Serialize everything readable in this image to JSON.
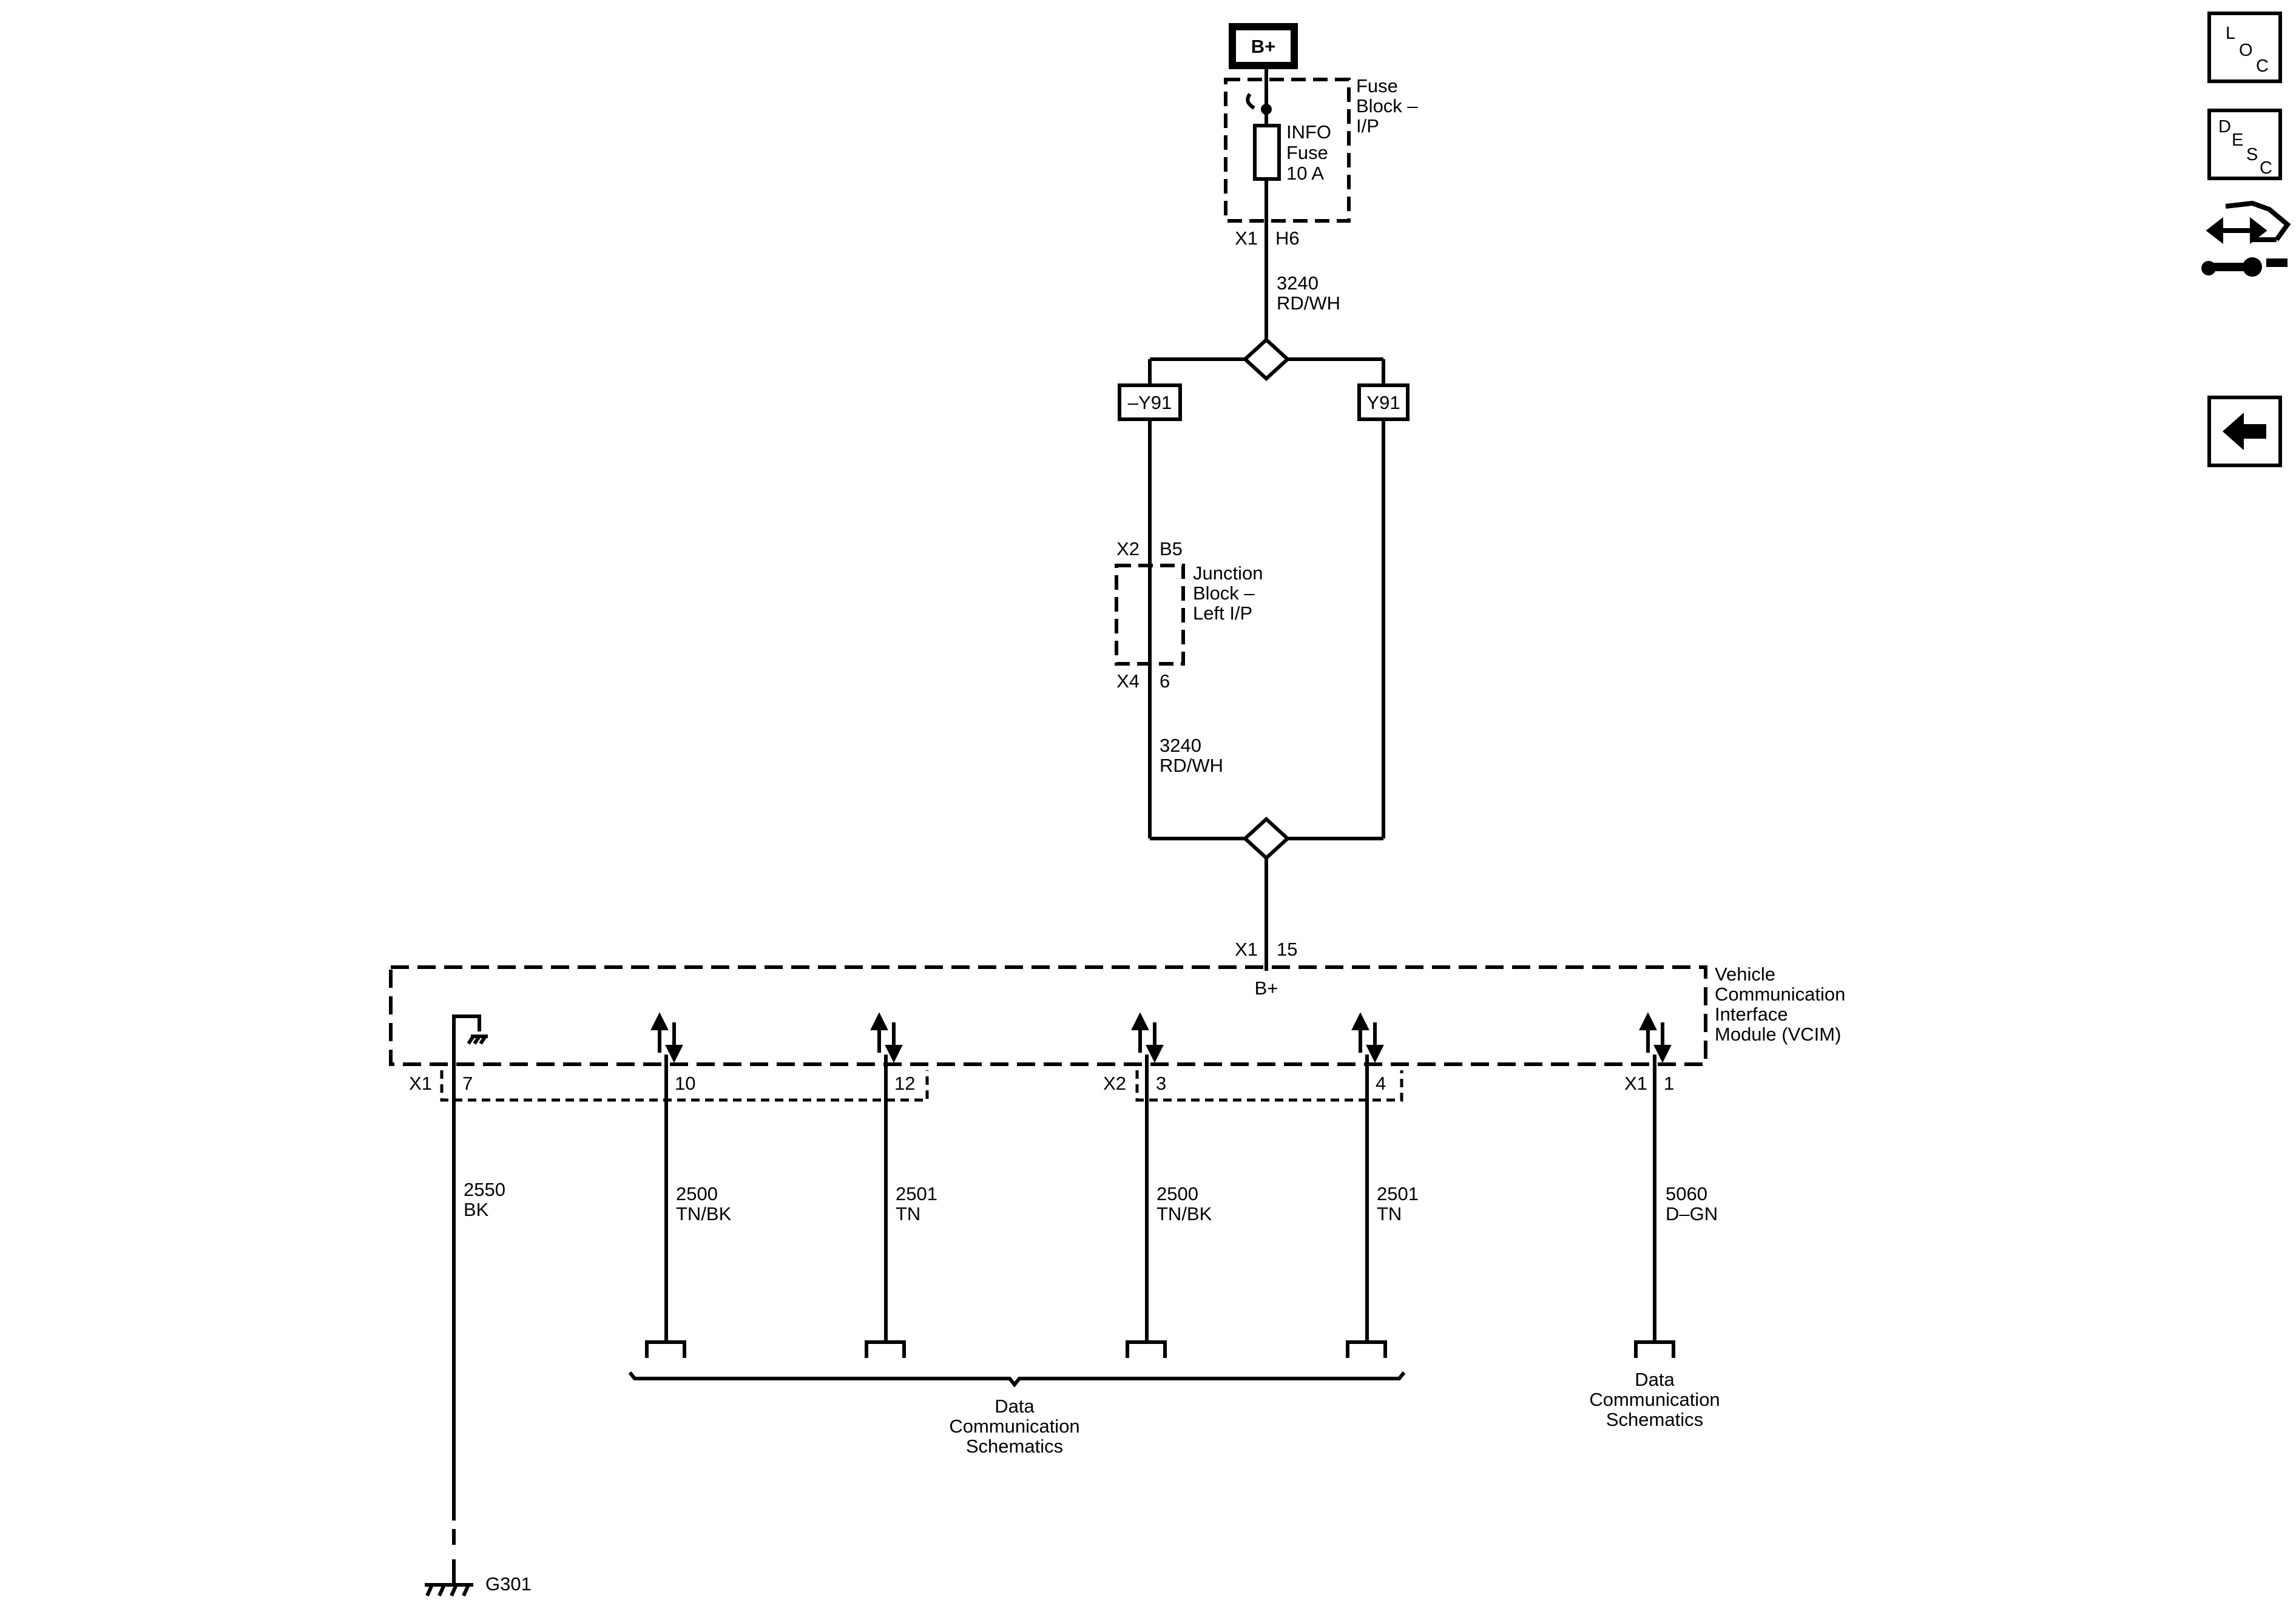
{
  "power": {
    "source_label": "B+"
  },
  "fuse_block": {
    "name_lines": [
      "Fuse",
      "Block –",
      "I/P"
    ],
    "fuse_lines": [
      "INFO",
      "Fuse",
      "10 A"
    ],
    "connector": "X1",
    "pin": "H6"
  },
  "wire_top": {
    "circuit": "3240",
    "color": "RD/WH"
  },
  "options": {
    "left": "–Y91",
    "right": "Y91"
  },
  "junction_block": {
    "name_lines": [
      "Junction",
      "Block –",
      "Left I/P"
    ],
    "in_connector": "X2",
    "in_pin": "B5",
    "out_connector": "X4",
    "out_pin": "6"
  },
  "wire_mid": {
    "circuit": "3240",
    "color": "RD/WH"
  },
  "vcim": {
    "name_lines": [
      "Vehicle",
      "Communication",
      "Interface",
      "Module (VCIM)"
    ],
    "power_connector": "X1",
    "power_pin": "15",
    "power_label": "B+"
  },
  "pins": [
    {
      "connector": "X1",
      "pin": "7",
      "circuit": "2550",
      "color": "BK"
    },
    {
      "connector": "",
      "pin": "10",
      "circuit": "2500",
      "color": "TN/BK"
    },
    {
      "connector": "",
      "pin": "12",
      "circuit": "2501",
      "color": "TN"
    },
    {
      "connector": "X2",
      "pin": "3",
      "circuit": "2500",
      "color": "TN/BK"
    },
    {
      "connector": "",
      "pin": "4",
      "circuit": "2501",
      "color": "TN"
    },
    {
      "connector": "X1",
      "pin": "1",
      "circuit": "5060",
      "color": "D–GN"
    }
  ],
  "destinations": {
    "group_lines": [
      "Data",
      "Communication",
      "Schematics"
    ],
    "single_lines": [
      "Data",
      "Communication",
      "Schematics"
    ]
  },
  "ground": {
    "label": "G301"
  },
  "nav_icons": [
    {
      "name": "loc-icon",
      "letters": [
        "L",
        "O",
        "C"
      ]
    },
    {
      "name": "desc-icon",
      "letters": [
        "D",
        "E",
        "S",
        "C"
      ]
    },
    {
      "name": "connector-repair-icon"
    },
    {
      "name": "back-arrow-icon"
    }
  ]
}
